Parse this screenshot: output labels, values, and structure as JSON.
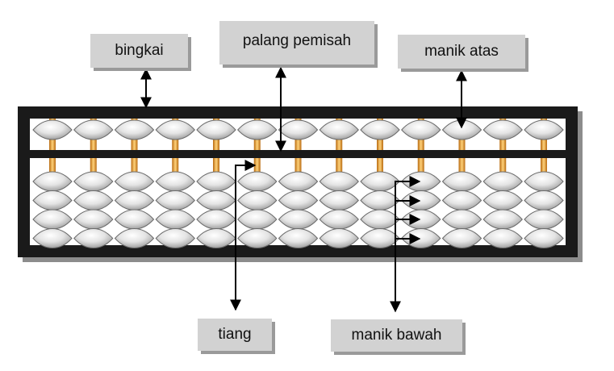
{
  "labels": {
    "frame": "bingkai",
    "divider_bar": "palang pemisah",
    "upper_bead": "manik atas",
    "rod": "tiang",
    "lower_bead": "manik bawah"
  },
  "abacus": {
    "rods": 13,
    "upper_beads_per_rod": 1,
    "lower_beads_per_rod": 4
  },
  "colors": {
    "frame": "#1a1a1a",
    "frame_shadow": "#8c8c8c",
    "label_bg": "#d2d2d2",
    "rod": "#e0a040",
    "bead_light": "#ffffff",
    "bead_dark": "#8a8a8a"
  }
}
